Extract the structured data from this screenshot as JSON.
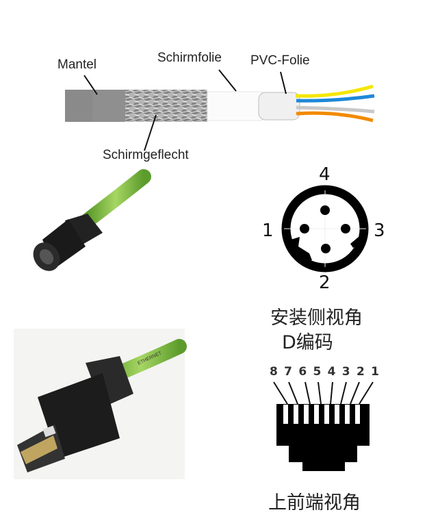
{
  "cable_labels": {
    "mantel": "Mantel",
    "schirmfolie": "Schirmfolie",
    "pvc_folie": "PVC-Folie",
    "schirmgeflecht": "Schirmgeflecht"
  },
  "wire_colors": [
    "#f5e600",
    "#1e88d8",
    "#c8c8c8",
    "#f28a00"
  ],
  "m12": {
    "pins": [
      "1",
      "2",
      "3",
      "4"
    ],
    "caption_line1": "安装侧视角",
    "caption_line2": "D编码"
  },
  "rj45": {
    "pins": [
      "8",
      "7",
      "6",
      "5",
      "4",
      "3",
      "2",
      "1"
    ],
    "caption": "上前端视角"
  },
  "plug_print": "ETHERNET"
}
